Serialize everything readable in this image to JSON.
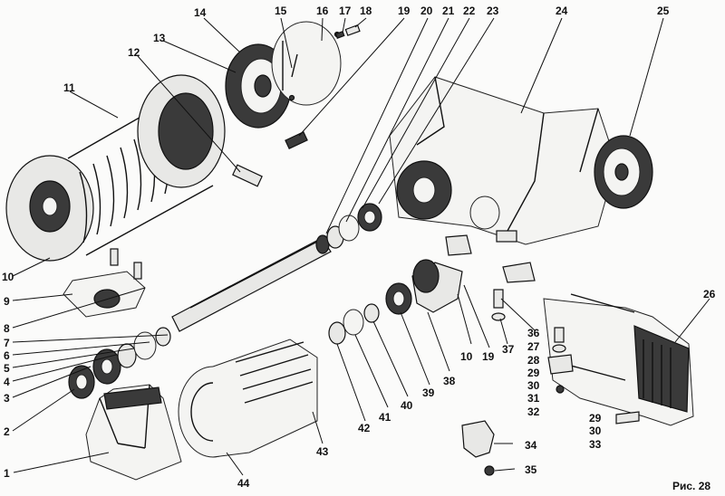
{
  "figure": {
    "caption": "Рис. 28",
    "callouts": [
      {
        "id": "c1",
        "text": "1"
      },
      {
        "id": "c2",
        "text": "2"
      },
      {
        "id": "c3",
        "text": "3"
      },
      {
        "id": "c4",
        "text": "4"
      },
      {
        "id": "c5",
        "text": "5"
      },
      {
        "id": "c6",
        "text": "6"
      },
      {
        "id": "c7",
        "text": "7"
      },
      {
        "id": "c8",
        "text": "8"
      },
      {
        "id": "c9",
        "text": "9"
      },
      {
        "id": "c10a",
        "text": "10"
      },
      {
        "id": "c11",
        "text": "11"
      },
      {
        "id": "c12",
        "text": "12"
      },
      {
        "id": "c13",
        "text": "13"
      },
      {
        "id": "c14",
        "text": "14"
      },
      {
        "id": "c15",
        "text": "15"
      },
      {
        "id": "c16",
        "text": "16"
      },
      {
        "id": "c17",
        "text": "17"
      },
      {
        "id": "c18",
        "text": "18"
      },
      {
        "id": "c19a",
        "text": "19"
      },
      {
        "id": "c20",
        "text": "20"
      },
      {
        "id": "c21",
        "text": "21"
      },
      {
        "id": "c22",
        "text": "22"
      },
      {
        "id": "c23",
        "text": "23"
      },
      {
        "id": "c24",
        "text": "24"
      },
      {
        "id": "c25",
        "text": "25"
      },
      {
        "id": "c26",
        "text": "26"
      },
      {
        "id": "c27",
        "text": "27"
      },
      {
        "id": "c28",
        "text": "28"
      },
      {
        "id": "c29a",
        "text": "29"
      },
      {
        "id": "c30a",
        "text": "30"
      },
      {
        "id": "c31",
        "text": "31"
      },
      {
        "id": "c32",
        "text": "32"
      },
      {
        "id": "c29b",
        "text": "29"
      },
      {
        "id": "c30b",
        "text": "30"
      },
      {
        "id": "c33",
        "text": "33"
      },
      {
        "id": "c34",
        "text": "34"
      },
      {
        "id": "c35",
        "text": "35"
      },
      {
        "id": "c36",
        "text": "36"
      },
      {
        "id": "c37",
        "text": "37"
      },
      {
        "id": "c38",
        "text": "38"
      },
      {
        "id": "c39",
        "text": "39"
      },
      {
        "id": "c40",
        "text": "40"
      },
      {
        "id": "c41",
        "text": "41"
      },
      {
        "id": "c42",
        "text": "42"
      },
      {
        "id": "c43",
        "text": "43"
      },
      {
        "id": "c44",
        "text": "44"
      },
      {
        "id": "c10b",
        "text": "10"
      },
      {
        "id": "c19b",
        "text": "19"
      }
    ]
  }
}
